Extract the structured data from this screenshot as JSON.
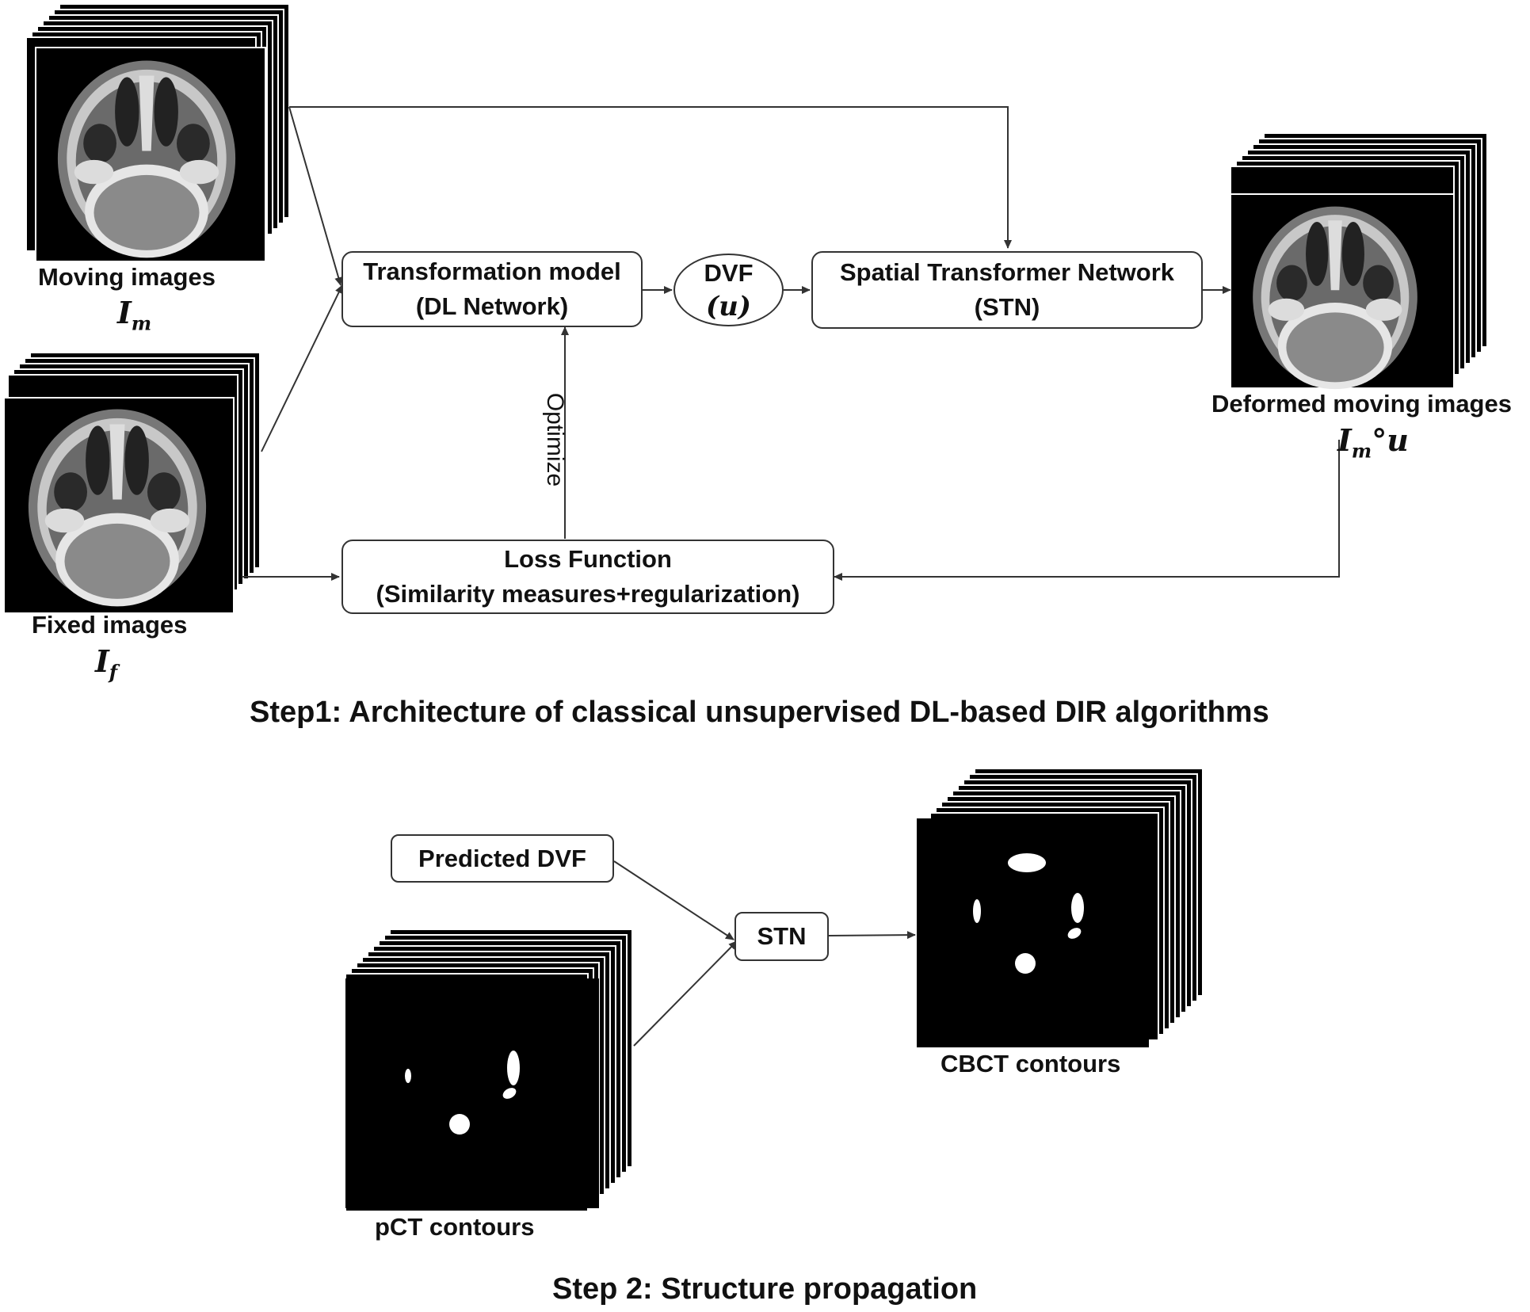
{
  "step1": {
    "moving_label": "Moving images",
    "moving_symbol_base": "I",
    "moving_symbol_sub": "m",
    "fixed_label": "Fixed images",
    "fixed_symbol_base": "I",
    "fixed_symbol_sub": "f",
    "deformed_label": "Deformed moving  images",
    "deformed_symbol_base": "I",
    "deformed_symbol_sub": "m",
    "deformed_symbol_tail": "°u",
    "transformation_line1": "Transformation model",
    "transformation_line2": "(DL Network)",
    "dvf_line1": "DVF",
    "dvf_line2": "(u)",
    "stn_line1": "Spatial Transformer Network",
    "stn_line2": "(STN)",
    "loss_line1": "Loss Function",
    "loss_line2": "(Similarity measures+regularization)",
    "optimize_label": "Optimize",
    "caption": "Step1: Architecture of classical unsupervised DL-based DIR algorithms"
  },
  "step2": {
    "predicted_dvf_label": "Predicted DVF",
    "stn_label": "STN",
    "pct_label": "pCT contours",
    "cbct_label": "CBCT contours",
    "caption": "Step 2: Structure propagation"
  },
  "colors": {
    "stroke": "#333333",
    "image_bg": "#000000",
    "contour": "#ffffff"
  }
}
